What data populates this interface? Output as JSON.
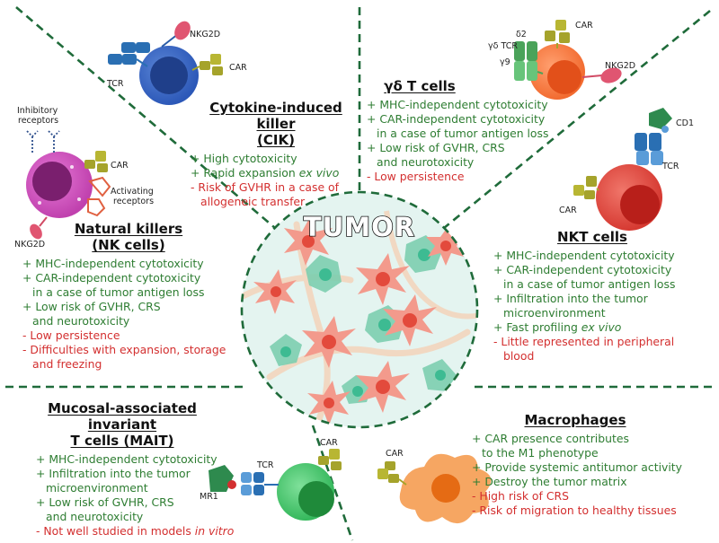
{
  "center": {
    "label": "TUMOR"
  },
  "cik": {
    "title": "Cytokine-induced killer",
    "title2": "(CIK)",
    "items": [
      {
        "t": "+ High cytotoxicity",
        "kind": "pro"
      },
      {
        "t": "+ Rapid expansion ",
        "it": "ex vivo",
        "kind": "pro"
      },
      {
        "t": "- Risk of GVHR in a case of",
        "kind": "con"
      },
      {
        "t": "allogeneic transfer",
        "kind": "con",
        "cont": true
      }
    ],
    "labels": {
      "nkg2d": "NKG2D",
      "car": "CAR",
      "tcr": "TCR"
    }
  },
  "gd": {
    "title": "γδ T cells",
    "items": [
      {
        "t": "+ MHC-independent cytotoxicity",
        "kind": "pro"
      },
      {
        "t": "+ CAR-independent cytotoxicity",
        "kind": "pro"
      },
      {
        "t": "in a case of tumor antigen loss",
        "kind": "pro",
        "cont": true
      },
      {
        "t": "+ Low risk of GVHR, CRS",
        "kind": "pro"
      },
      {
        "t": "and neurotoxicity",
        "kind": "pro",
        "cont": true
      },
      {
        "t": "- Low persistence",
        "kind": "con"
      }
    ],
    "labels": {
      "car": "CAR",
      "d2": "δ2",
      "tcr": "γδ TCR",
      "g9": "γ9",
      "nkg2d": "NKG2D"
    }
  },
  "nk": {
    "title": "Natural killers",
    "title2": "(NK cells)",
    "items": [
      {
        "t": "+ MHC-independent cytotoxicity",
        "kind": "pro"
      },
      {
        "t": "+ CAR-independent cytotoxicity",
        "kind": "pro"
      },
      {
        "t": "in a case of tumor antigen loss",
        "kind": "pro",
        "cont": true
      },
      {
        "t": "+ Low risk of GVHR, CRS",
        "kind": "pro"
      },
      {
        "t": "and neurotoxicity",
        "kind": "pro",
        "cont": true
      },
      {
        "t": "- Low persistence",
        "kind": "con"
      },
      {
        "t": "- Difficulties with expansion, storage",
        "kind": "con"
      },
      {
        "t": "and freezing",
        "kind": "con",
        "cont": true
      }
    ],
    "labels": {
      "inhib1": "Inhibitory",
      "inhib2": "receptors",
      "car": "CAR",
      "act1": "Activating",
      "act2": "receptors",
      "nkg2d": "NKG2D"
    }
  },
  "nkt": {
    "title": "NKT cells",
    "items": [
      {
        "t": "+ MHC-independent cytotoxicity",
        "kind": "pro"
      },
      {
        "t": "+ CAR-independent cytotoxicity",
        "kind": "pro"
      },
      {
        "t": "in a case of tumor antigen loss",
        "kind": "pro",
        "cont": true
      },
      {
        "t": "+ Infiltration into the tumor",
        "kind": "pro"
      },
      {
        "t": "microenvironment",
        "kind": "pro",
        "cont": true
      },
      {
        "t": "+ Fast profiling ",
        "it": "ex vivo",
        "kind": "pro"
      },
      {
        "t": "- Little represented in peripheral",
        "kind": "con"
      },
      {
        "t": "blood",
        "kind": "con",
        "cont": true
      }
    ],
    "labels": {
      "cd1": "CD1",
      "tcr": "TCR",
      "car": "CAR"
    }
  },
  "mait": {
    "title": "Mucosal-associated invariant",
    "title2": "T cells (MAIT)",
    "items": [
      {
        "t": "+ MHC-independent cytotoxicity",
        "kind": "pro"
      },
      {
        "t": "+ Infiltration into the tumor",
        "kind": "pro"
      },
      {
        "t": "microenvironment",
        "kind": "pro",
        "cont": true
      },
      {
        "t": "+ Low risk of GVHR, CRS",
        "kind": "pro"
      },
      {
        "t": "and neurotoxicity",
        "kind": "pro",
        "cont": true
      },
      {
        "t": "- Not well studied in models ",
        "it": "in vitro",
        "kind": "con"
      }
    ],
    "labels": {
      "car": "CAR",
      "tcr": "TCR",
      "mr1": "MR1"
    }
  },
  "macro": {
    "title": "Macrophages",
    "items": [
      {
        "t": "+ CAR presence contributes",
        "kind": "pro"
      },
      {
        "t": "to the M1 phenotype",
        "kind": "pro",
        "cont": true
      },
      {
        "t": "+ Provide systemic antitumor activity",
        "kind": "pro"
      },
      {
        "t": "+ Destroy the tumor matrix",
        "kind": "pro"
      },
      {
        "t": "- High risk of CRS",
        "kind": "con"
      },
      {
        "t": "- Risk of migration to healthy tissues",
        "kind": "con"
      }
    ],
    "labels": {
      "car": "CAR"
    }
  },
  "colors": {
    "pro": "#2e7d32",
    "con": "#d32f2f",
    "divider": "#1f6b3a"
  }
}
